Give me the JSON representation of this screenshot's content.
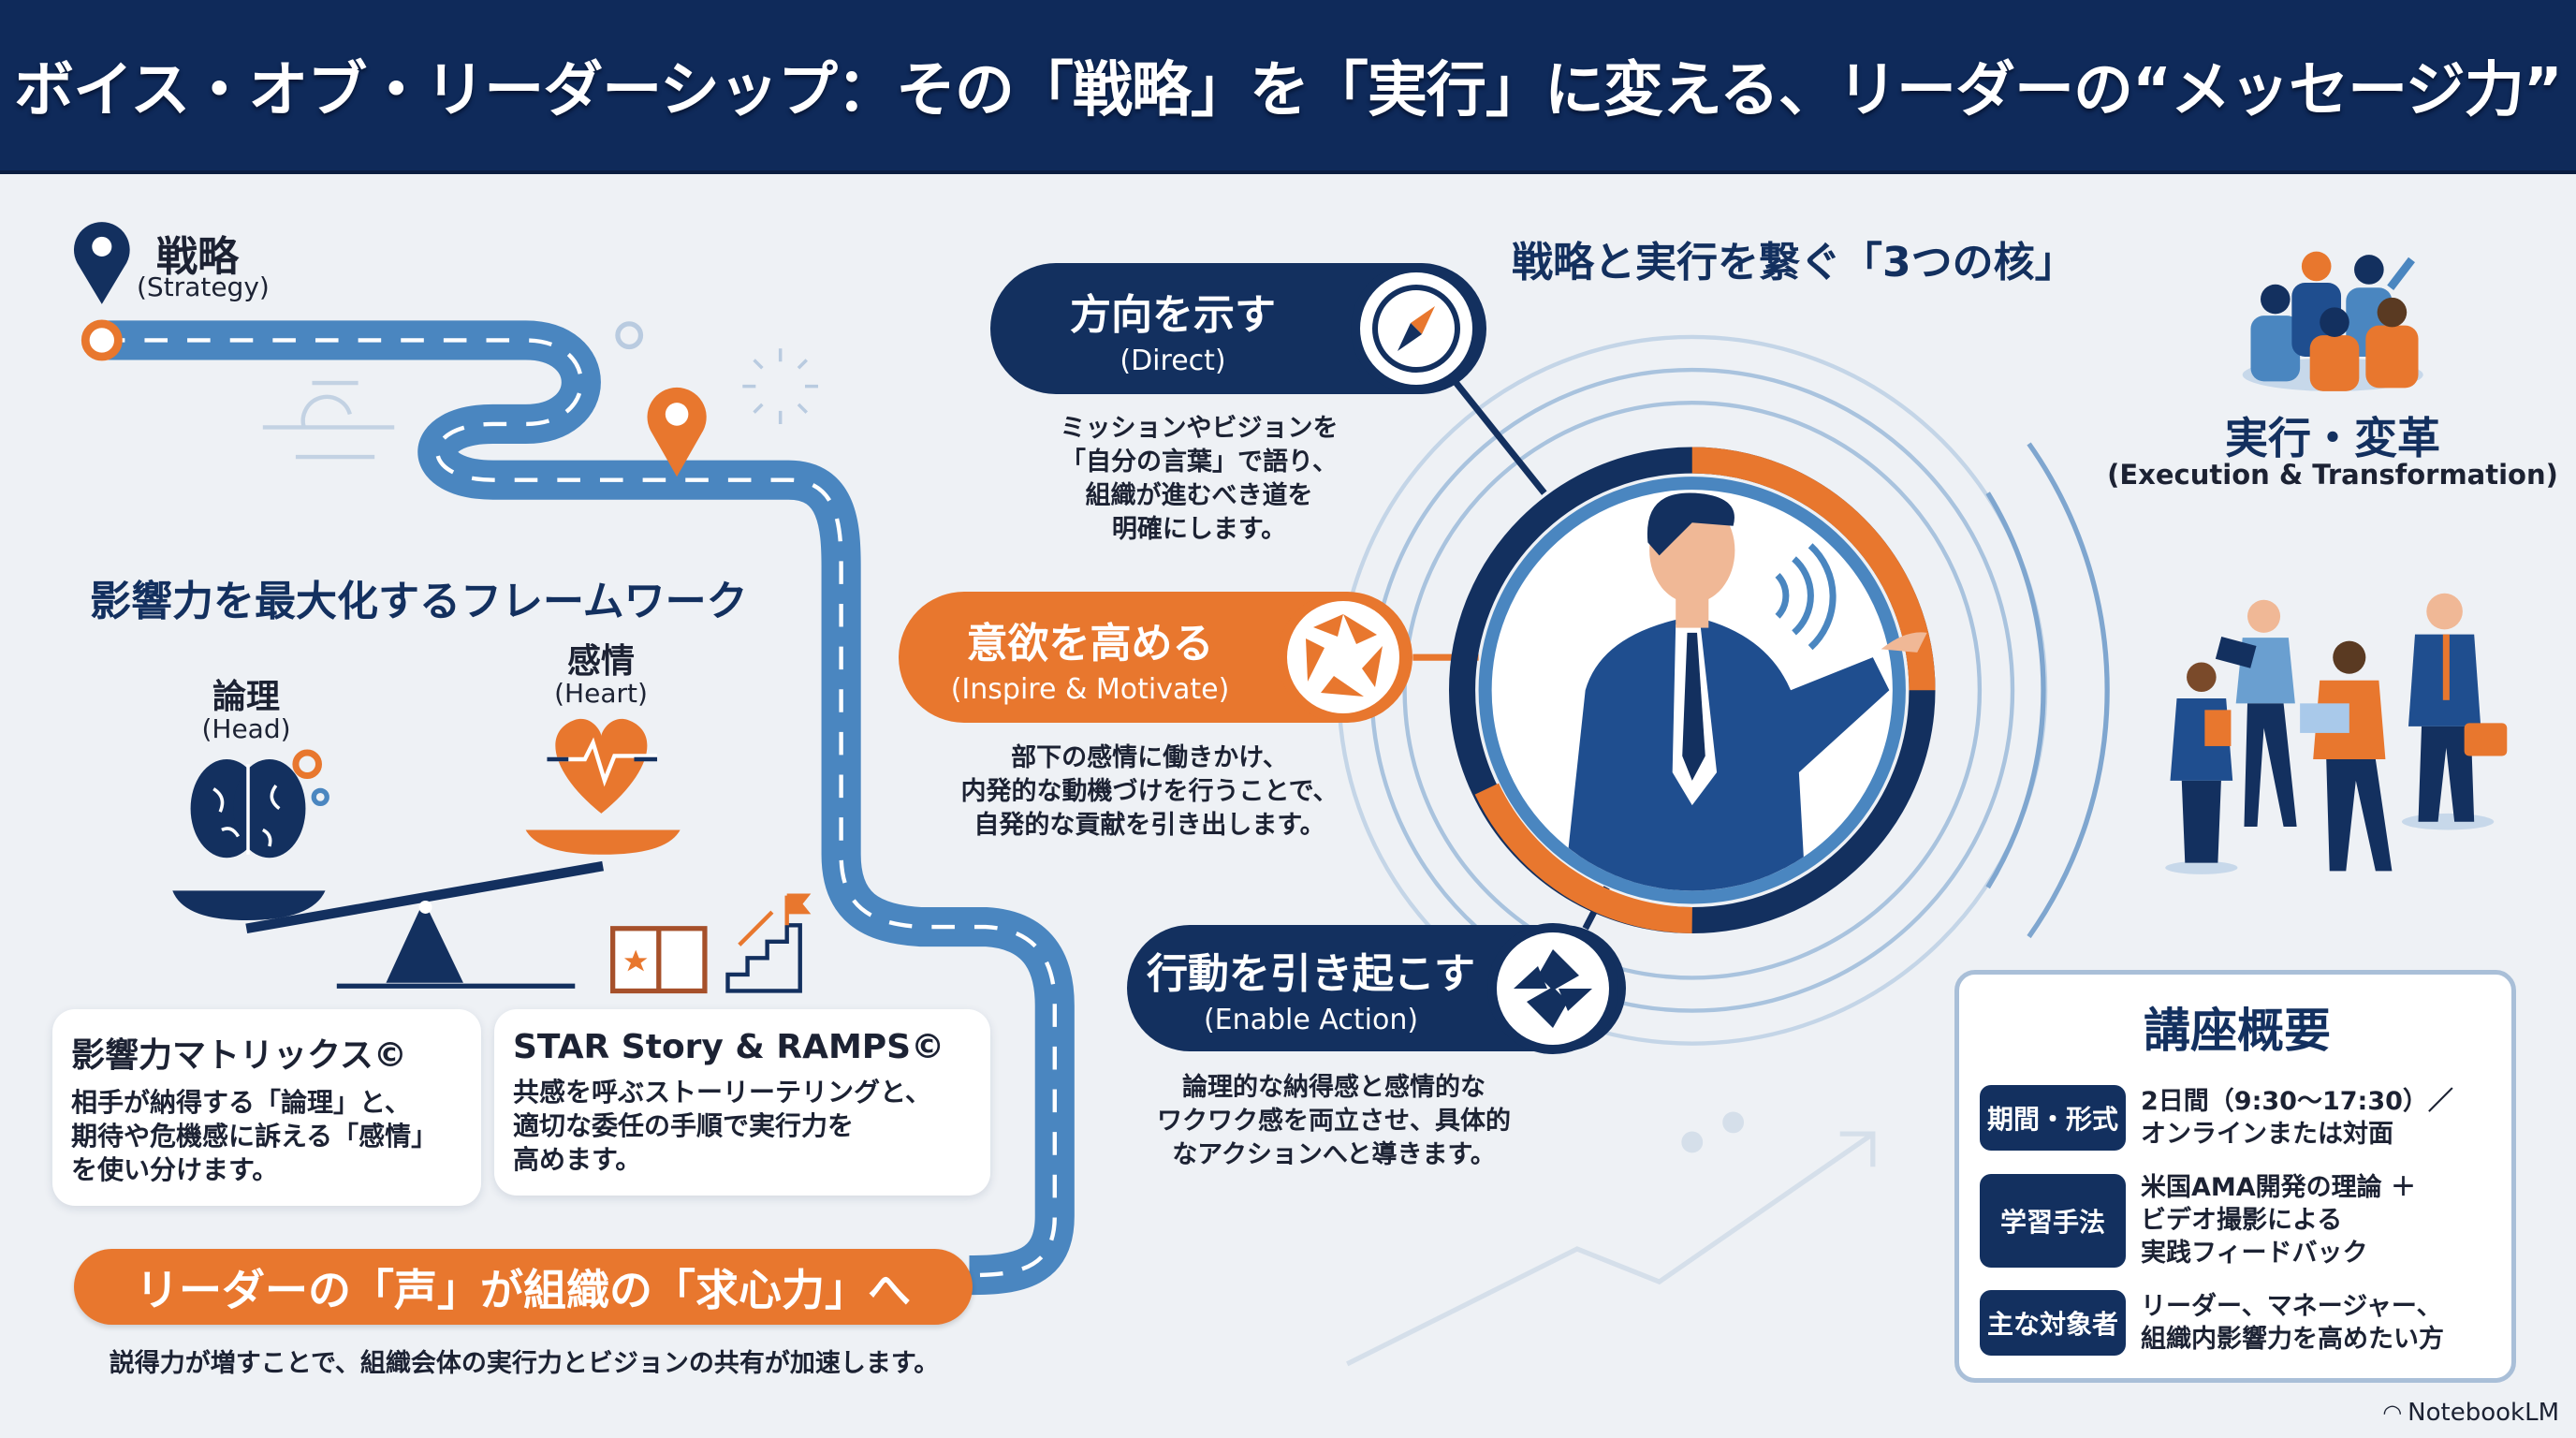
{
  "title": "ボイス・オブ・リーダーシップ：その「戦略」を「実行」に変える、リーダーの“メッセージ力”",
  "road": {
    "start_label": "戦略",
    "start_sub": "(Strategy)"
  },
  "framework": {
    "title": "影響力を最大化するフレームワーク",
    "head_label": "論理",
    "head_sub": "(Head)",
    "heart_label": "感情",
    "heart_sub": "(Heart)",
    "cards": [
      {
        "title": "影響力マトリックス©",
        "body": "相手が納得する「論理」と、\n期待や危機感に訴える「感情」\nを使い分けます。"
      },
      {
        "title": "STAR Story & RAMPS©",
        "body": "共感を呼ぶストーリーテリングと、\n適切な委任の手順で実行力を\n高めます。"
      }
    ],
    "banner": "リーダーの「声」が組織の「求心力」へ",
    "banner_sub": "説得力が増すことで、組織会体の実行力とビジョンの共有が加速します。"
  },
  "core": {
    "title": "戦略と実行を繋ぐ「3つの核」",
    "items": [
      {
        "title": "方向を示す",
        "sub": "(Direct)",
        "icon": "compass-icon",
        "desc": "ミッションやビジョンを\n「自分の言葉」で語り、\n組織が進むべき道を\n明確にします。"
      },
      {
        "title": "意欲を高める",
        "sub": "(Inspire & Motivate)",
        "icon": "shutter-icon",
        "desc": "部下の感情に働きかけ、\n内発的な動機づけを行うことで、\n自発的な貢献を引き出します。"
      },
      {
        "title": "行動を引き起こす",
        "sub": "(Enable Action)",
        "icon": "interlock-icon",
        "desc": "論理的な納得感と感情的な\nワクワク感を両立させ、具体的\nなアクションへと導きます。"
      }
    ]
  },
  "execution": {
    "title": "実行・変革",
    "sub": "(Execution & Transformation)"
  },
  "course": {
    "title": "講座概要",
    "rows": [
      {
        "label": "期間・形式",
        "value": "2日間（9:30〜17:30）／\nオンラインまたは対面"
      },
      {
        "label": "学習手法",
        "value": "米国AMA開発の理論 ＋\nビデオ撮影による\n実践フィードバック"
      },
      {
        "label": "主な対象者",
        "value": "リーダー、マネージャー、\n組織内影響力を高めたい方"
      }
    ]
  },
  "watermark": "NotebookLM",
  "colors": {
    "navy": "#13305f",
    "orange": "#e8772e",
    "blue": "#4a86c0",
    "background": "#eef1f5"
  }
}
